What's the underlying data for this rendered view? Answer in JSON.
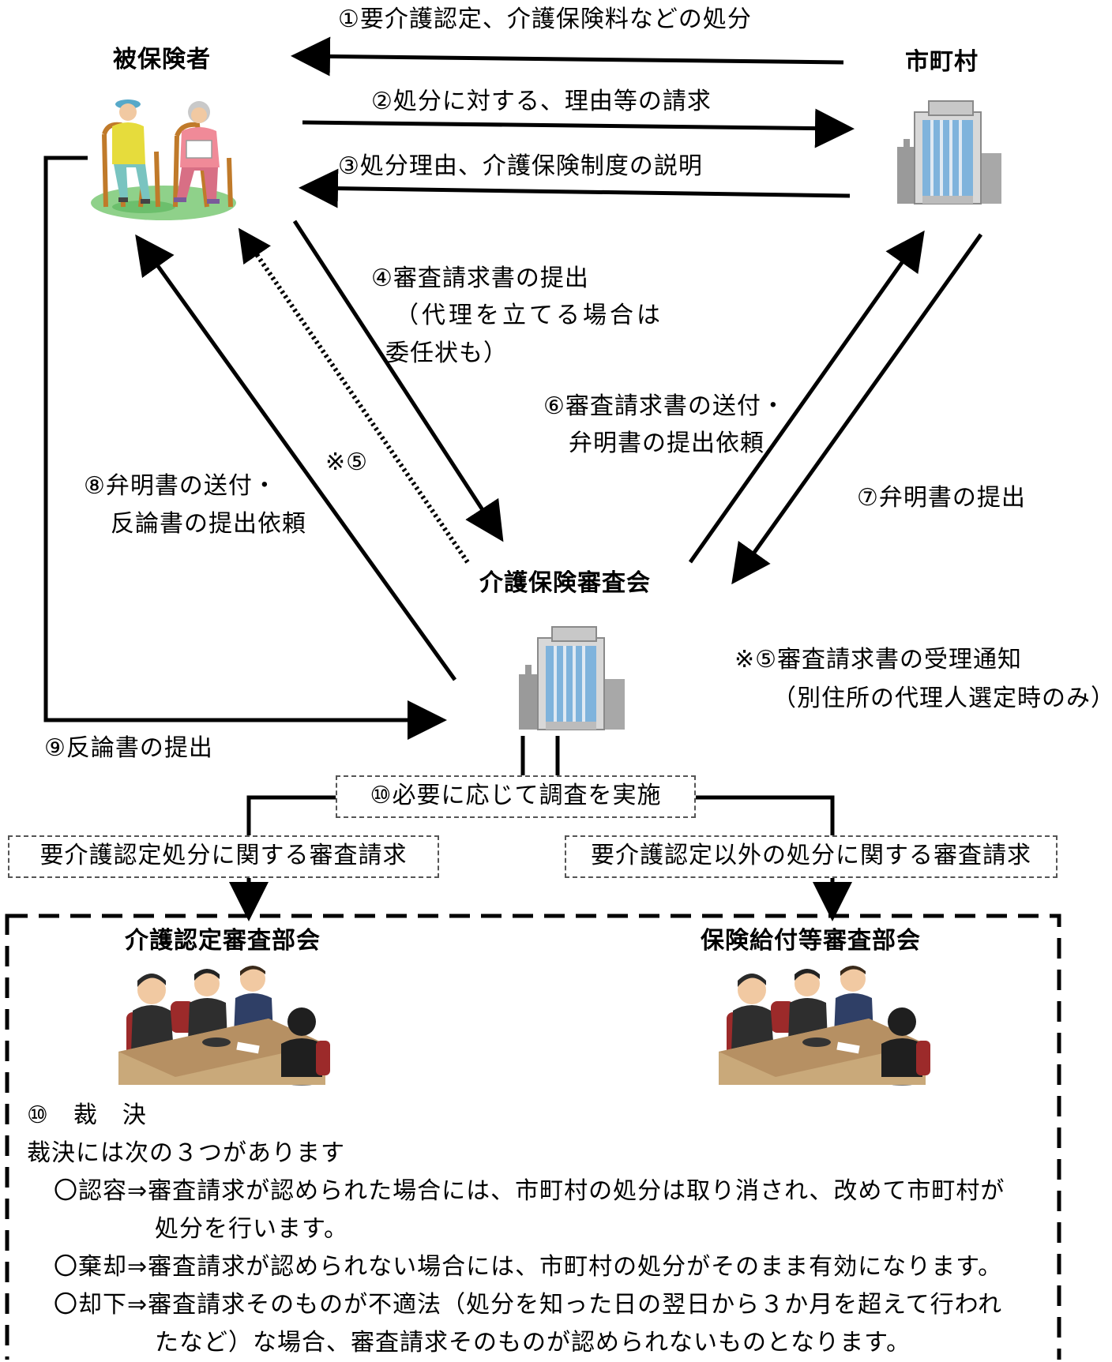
{
  "nodes": {
    "insured": "被保険者",
    "municipality": "市町村",
    "council": "介護保険審査会",
    "cert_panel": "介護認定審査部会",
    "benefit_panel": "保険給付等審査部会"
  },
  "steps": {
    "s1": "①要介護認定、介護保険料などの処分",
    "s2": "②処分に対する、理由等の請求",
    "s3": "③処分理由、介護保険制度の説明",
    "s4_line1": "④審査請求書の提出",
    "s4_line2": "（代理を立てる場合は",
    "s4_line3": "委任状も）",
    "s5_mark": "※⑤",
    "s6_line1": "⑥審査請求書の送付・",
    "s6_line2": "弁明書の提出依頼",
    "s7": "⑦弁明書の提出",
    "s8_line1": "⑧弁明書の送付・",
    "s8_line2": "反論書の提出依頼",
    "s9": "⑨反論書の提出",
    "s10_investigate": "⑩必要に応じて調査を実施"
  },
  "note5": {
    "line1": "※⑤審査請求書の受理通知",
    "line2": "（別住所の代理人選定時のみ）"
  },
  "branches": {
    "left": "要介護認定処分に関する審査請求",
    "right": "要介護認定以外の処分に関する審査請求"
  },
  "ruling": {
    "heading": "⑩　裁　決",
    "intro": "裁決には次の３つがあります",
    "item1_line1": "〇認容⇒審査請求が認められた場合には、市町村の処分は取り消され、改めて市町村が",
    "item1_line2": "処分を行います。",
    "item2": "〇棄却⇒審査請求が認められない場合には、市町村の処分がそのまま有効になります。",
    "item3_line1": "〇却下⇒審査請求そのものが不適法（処分を知った日の翌日から３か月を超えて行われ",
    "item3_line2": "たなど）な場合、審査請求そのものが認められないものとなります。"
  }
}
